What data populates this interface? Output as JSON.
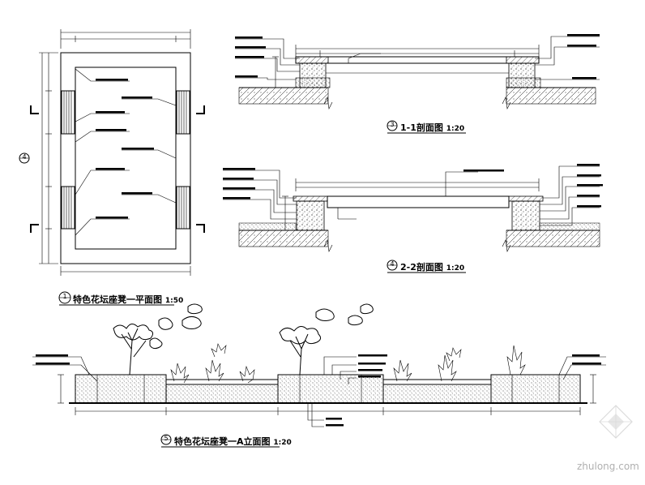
{
  "plan": {
    "title": "特色花坛座凳一平面图",
    "scale": "1:50",
    "marker": "1"
  },
  "section_1": {
    "title": "1-1剖面图",
    "scale": "1:20",
    "marker": "3"
  },
  "section_2": {
    "title": "2-2剖面图",
    "scale": "1:20",
    "marker": "4"
  },
  "elevation": {
    "title": "特色花坛座凳一A立面图",
    "scale": "1:20",
    "marker": "5"
  },
  "side_marker": "4",
  "watermark": "zhulong.com"
}
